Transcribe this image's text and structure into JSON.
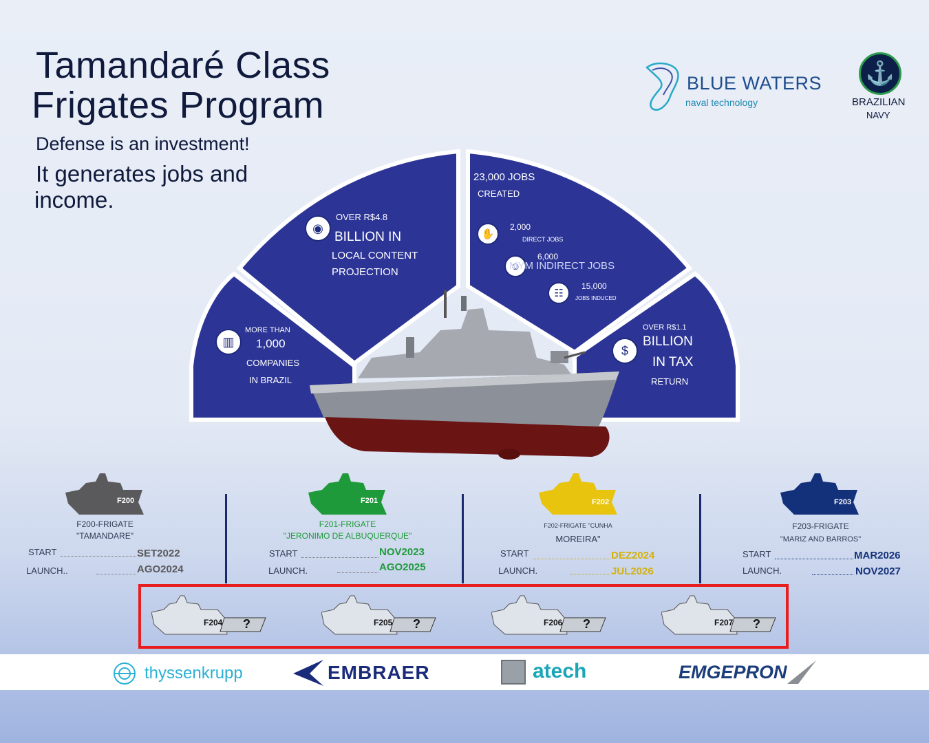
{
  "header": {
    "title_line1": "Tamandaré Class",
    "title_line2": "Frigates Program",
    "subtitle1": "Defense is an investment!",
    "subtitle2": "It generates jobs and",
    "subtitle3": "income."
  },
  "logos": {
    "bluewaters_name": "BLUE WATERS",
    "bluewaters_sub": "naval technology",
    "navy_line1": "BRAZILIAN",
    "navy_line2": "NAVY"
  },
  "fan": {
    "companies": {
      "pre": "MORE THAN",
      "value": "1,000",
      "l1": "COMPANIES",
      "l2": "IN BRAZIL"
    },
    "local_content": {
      "pre": "OVER R$4.8",
      "l1": "BILLION IN",
      "l2": "LOCAL CONTENT",
      "l3": "PROJECTION"
    },
    "jobs": {
      "total": "23,000 JOBS",
      "total_sub": "CREATED",
      "direct_val": "2,000",
      "direct_lbl": "DIRECT JOBS",
      "indirect_val": "6,000",
      "indirect_lbl": "MYM INDIRECT JOBS",
      "induced_val": "15,000",
      "induced_lbl": "JOBS INDUCED"
    },
    "tax": {
      "pre": "OVER R$1.1",
      "l1": "BILLION",
      "l2": "IN TAX",
      "l3": "RETURN"
    }
  },
  "frigates": [
    {
      "tag": "F200",
      "name1": "F200-FRIGATE",
      "name2": "\"TAMANDARE\"",
      "start_lbl": "START",
      "start": "SET2022",
      "launch_lbl": "LAUNCH..",
      "launch": "AGO2024",
      "color": "#5a5a5c"
    },
    {
      "tag": "F201",
      "name1": "F201-FRIGATE",
      "name2": "\"JERONIMO DE ALBUQUERQUE\"",
      "start_lbl": "START",
      "start": "NOV2023",
      "launch_lbl": "LAUNCH.",
      "launch": "AGO2025",
      "color": "#1f9a3a"
    },
    {
      "tag": "F202",
      "name1": "F202-FRIGATE \"CUNHA",
      "name2": "MOREIRA\"",
      "start_lbl": "START",
      "start": "DEZ2024",
      "launch_lbl": "LAUNCH.",
      "launch": "JUL2026",
      "color": "#e8c40f"
    },
    {
      "tag": "F203",
      "name1": "F203-FRIGATE",
      "name2": "\"MARIZ AND BARROS\"",
      "start_lbl": "START",
      "start": "MAR2026",
      "launch_lbl": "LAUNCH.",
      "launch": "NOV2027",
      "color": "#13307a"
    }
  ],
  "future": [
    {
      "tag": "F204",
      "q": "?"
    },
    {
      "tag": "F205",
      "q": "?"
    },
    {
      "tag": "F206",
      "q": "?"
    },
    {
      "tag": "F207",
      "q": "?"
    }
  ],
  "partners": {
    "p1": "thyssenkrupp",
    "p2": "EMBRAER",
    "p3": "atech",
    "p4": "EMGEPRON"
  },
  "colors": {
    "fan_blue": "#2c3596",
    "hull_red": "#6b1414",
    "highlight_red": "#e81e1e"
  }
}
